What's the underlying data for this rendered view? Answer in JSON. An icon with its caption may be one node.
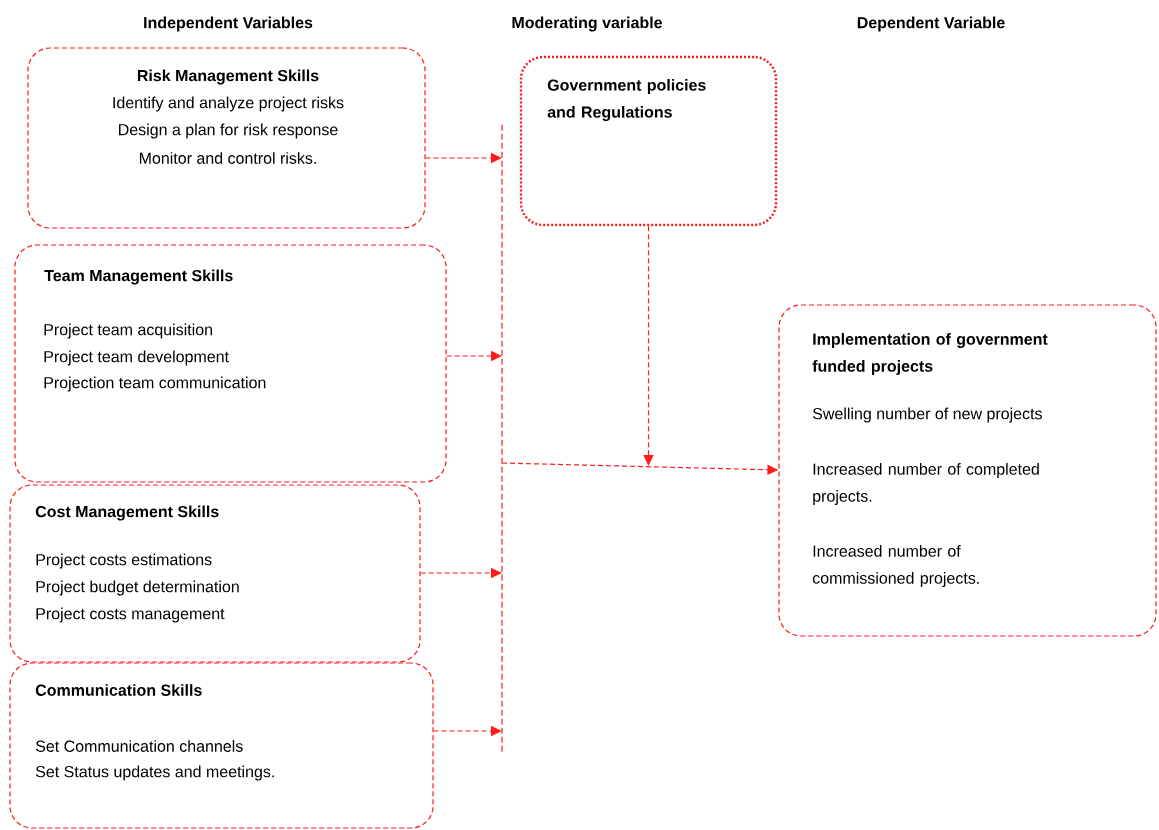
{
  "diagram": {
    "nodes": [
      {
        "text": [
          "Risk Management Skills",
          "Identify and analyze project risks",
          "Design a plan for risk response",
          "Monitor and control risks."
        ]
      },
      {
        "text": [
          "Team Management Skills",
          "Project team acquisition",
          "Project team development",
          "Projection team communication"
        ]
      },
      {
        "text": [
          "Cost Management Skills",
          "Project costs estimations",
          "Project budget determination",
          "Project costs management"
        ]
      },
      {
        "text": [
          "Communication Skills",
          "Set Communication channels",
          "Set Status updates and meetings."
        ]
      },
      {
        "text": [],
        "shape": "bar"
      },
      {
        "text": [
          "Government policies and Regulations"
        ]
      },
      {
        "text": [
          "Implementation of government funded projects",
          "Swelling number of new projects",
          "Increased number of completed projects.",
          "Increased number of commissioned projects."
        ]
      }
    ],
    "edges": [
      {
        "from": 0,
        "to": 4,
        "arrow": "to",
        "style": "dashed"
      },
      {
        "from": 1,
        "to": 4,
        "arrow": "to",
        "style": "dashed"
      },
      {
        "from": 2,
        "to": 4,
        "arrow": "to",
        "style": "dashed"
      },
      {
        "from": 3,
        "to": 4,
        "arrow": "to",
        "style": "dashed"
      },
      {
        "from": 4,
        "to": 6,
        "arrow": "to",
        "style": "dashed"
      },
      {
        "from": 5,
        "to": null,
        "arrow": "to",
        "style": "dashed"
      }
    ],
    "labels": [
      "Independent Variables",
      "Moderating variable",
      "Dependent Variable"
    ]
  }
}
